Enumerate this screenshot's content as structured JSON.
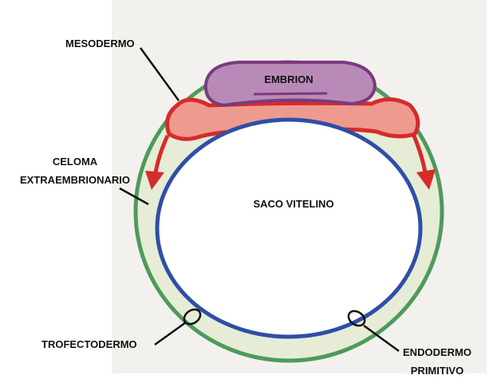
{
  "labels": {
    "mesodermo": "MESODERMO",
    "embrion": "EMBRION",
    "celoma_line1": "CELOMA",
    "celoma_line2": "EXTRAEMBRIONARIO",
    "saco_vitelino": "SACO  VITELINO",
    "trofectodermo": "TROFECTODERMO",
    "endodermo_line1": "ENDODERMO",
    "endodermo_line2": "PRIMITIVO"
  },
  "colors": {
    "trophectoderm": "#4e9a5c",
    "cavity_fill": "#e6ecd6",
    "mesoderm": "#d62b2b",
    "mesoderm_fill": "#ef9a8f",
    "endoderm": "#2f4ea6",
    "embryo_fill": "#b98ab8",
    "embryo_stroke": "#7a3a7e",
    "background_text": "#f1efec"
  }
}
